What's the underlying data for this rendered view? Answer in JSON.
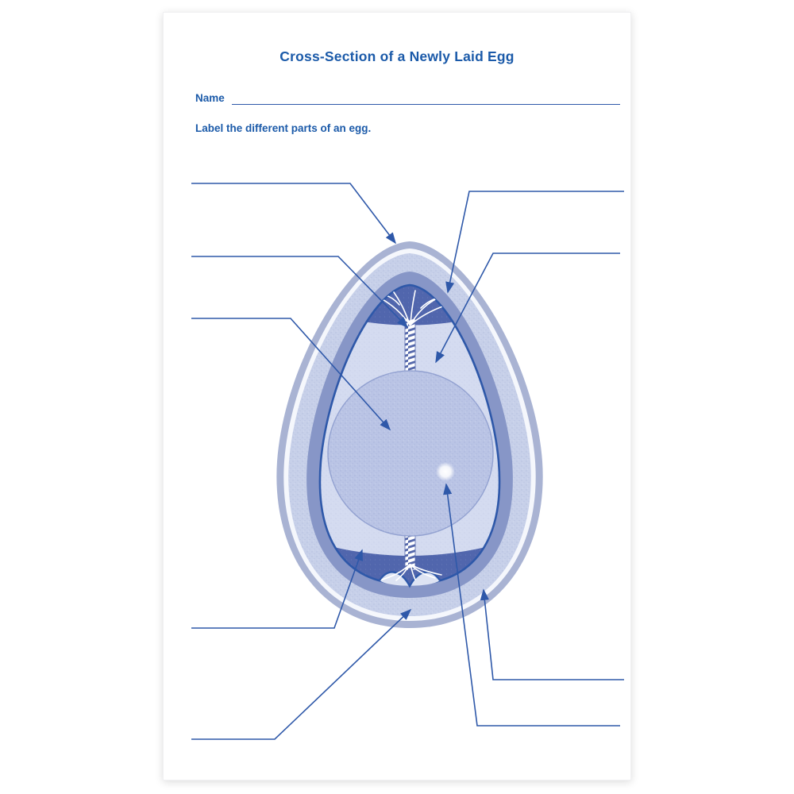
{
  "page": {
    "title": "Cross-Section of a Newly Laid Egg",
    "name_label": "Name",
    "instruction": "Label the different parts of an egg."
  },
  "diagram": {
    "type": "egg-cross-section",
    "blank_label_lines": 9
  },
  "colors": {
    "text-blue": "#1b5aa9",
    "line-blue": "#2e58a9",
    "shell-outer": "#a9b3d3",
    "shell-gap": "#f5f7fc",
    "shell": "#c7d0e9",
    "membrane": "#8796c7",
    "albumen": "#d4dbf0",
    "yolk": "#bac4e5",
    "cap-navy": "#5166ad",
    "air-cell": "#dde3f3"
  }
}
